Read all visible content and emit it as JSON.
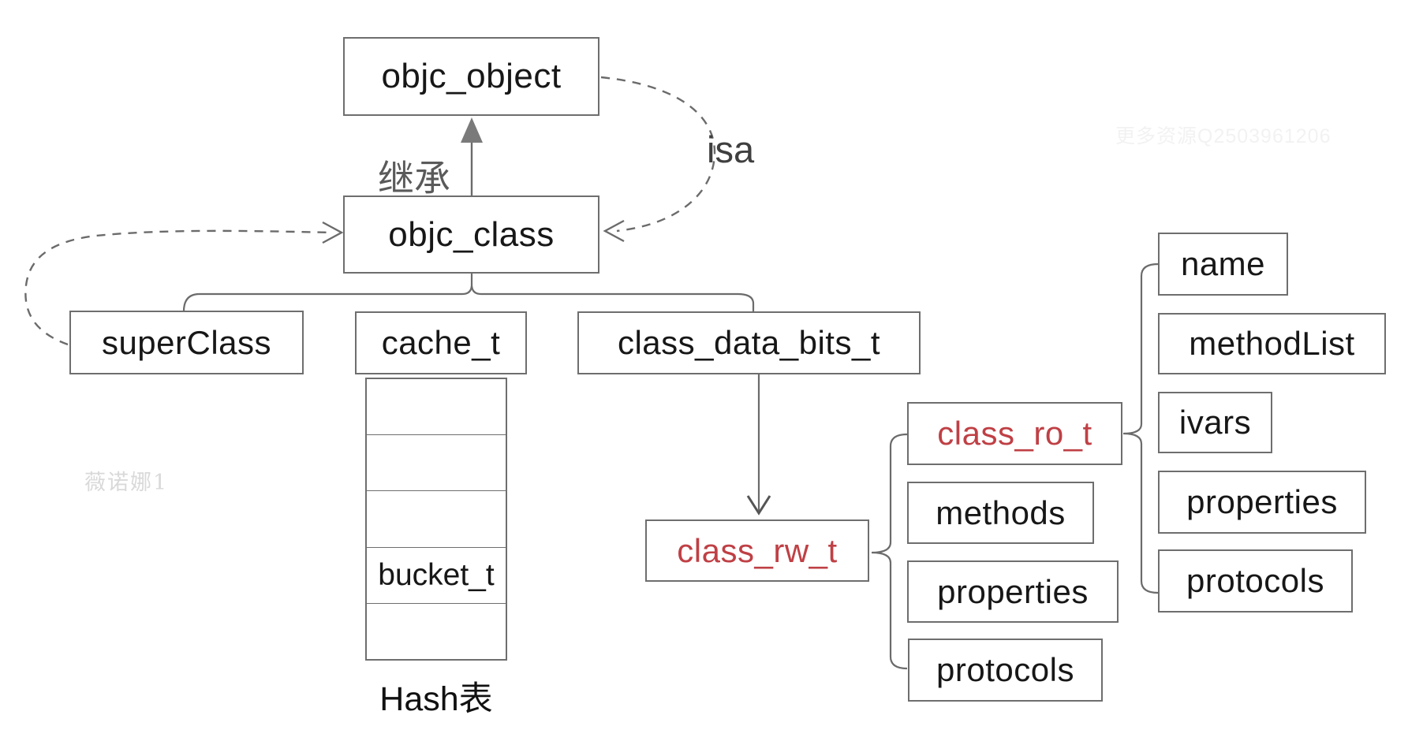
{
  "diagram": {
    "nodes": {
      "objc_object": "objc_object",
      "objc_class": "objc_class",
      "superclass": "superClass",
      "cache_t": "cache_t",
      "class_data_bits_t": "class_data_bits_t",
      "class_rw_t": "class_rw_t",
      "class_ro_t": "class_ro_t"
    },
    "rw_children": {
      "methods": "methods",
      "properties": "properties",
      "protocols": "protocols"
    },
    "ro_children": {
      "name": "name",
      "method_list": "methodList",
      "ivars": "ivars",
      "properties": "properties",
      "protocols": "protocols"
    },
    "cache": {
      "bucket": "bucket_t",
      "hash_table_label": "Hash表"
    },
    "labels": {
      "inherit": "继承",
      "isa": "isa"
    },
    "watermarks": {
      "left": "薇诺娜1",
      "top_right": "更多资源Q2503961206"
    },
    "colors": {
      "accent_red": "#bf4045",
      "line_gray": "#6b6b6b",
      "border_gray": "#6e6e6e"
    }
  }
}
